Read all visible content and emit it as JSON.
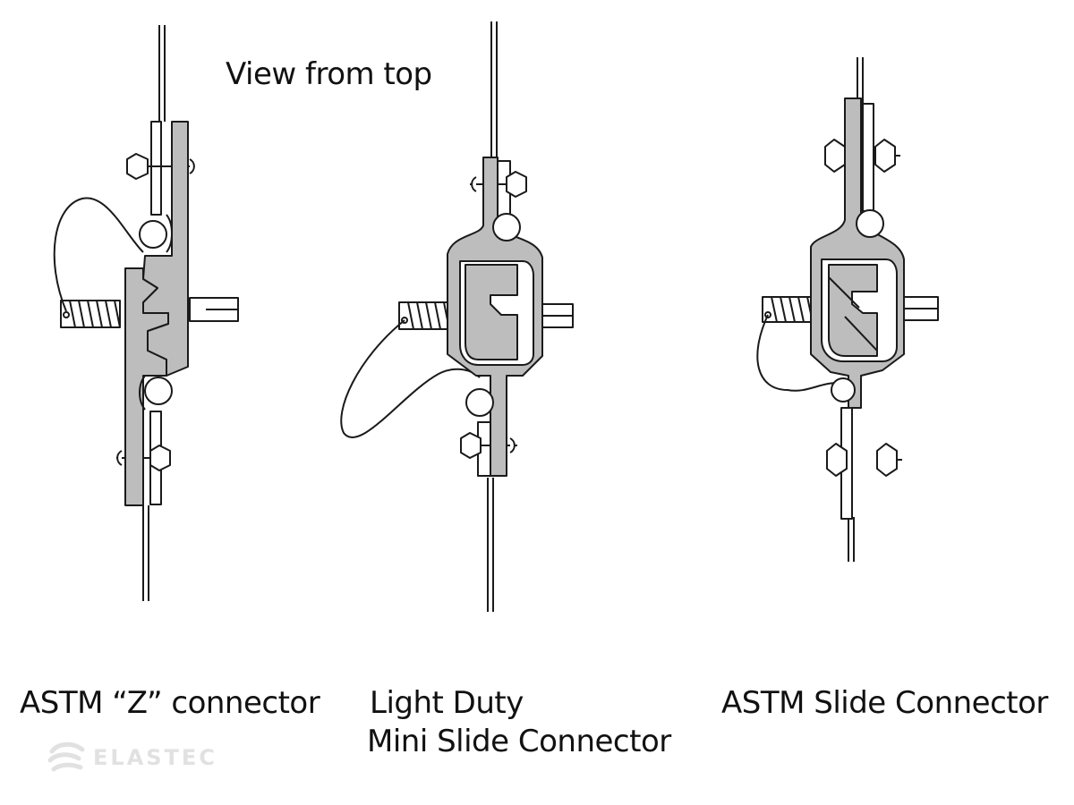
{
  "header": {
    "view_label": "View from top"
  },
  "captions": {
    "z_connector": "ASTM “Z” connector",
    "mini_line1": "Light Duty",
    "mini_line2": "Mini Slide Connector",
    "slide_connector": "ASTM Slide Connector"
  },
  "logo": {
    "text": "ELASTEC"
  },
  "colors": {
    "metal_fill": "#bdbdbd",
    "line": "#1a1a1a",
    "background": "#ffffff"
  }
}
